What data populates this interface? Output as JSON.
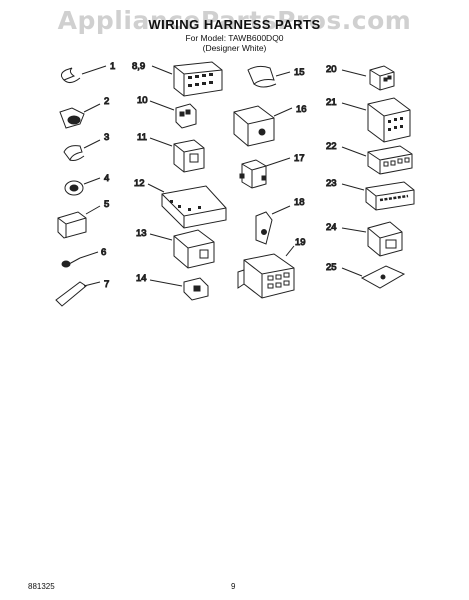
{
  "watermark": "AppliancePartsPros.com",
  "title": "WIRING HARNESS PARTS",
  "model_line": "For Model: TAWB600DQ0",
  "model_note": "(Designer White)",
  "footer": {
    "code": "881325",
    "page": "9"
  },
  "callouts": [
    "1",
    "2",
    "3",
    "4",
    "5",
    "6",
    "7",
    "8,9",
    "10",
    "11",
    "12",
    "13",
    "14",
    "15",
    "16",
    "17",
    "18",
    "19",
    "20",
    "21",
    "22",
    "23",
    "24",
    "25"
  ]
}
